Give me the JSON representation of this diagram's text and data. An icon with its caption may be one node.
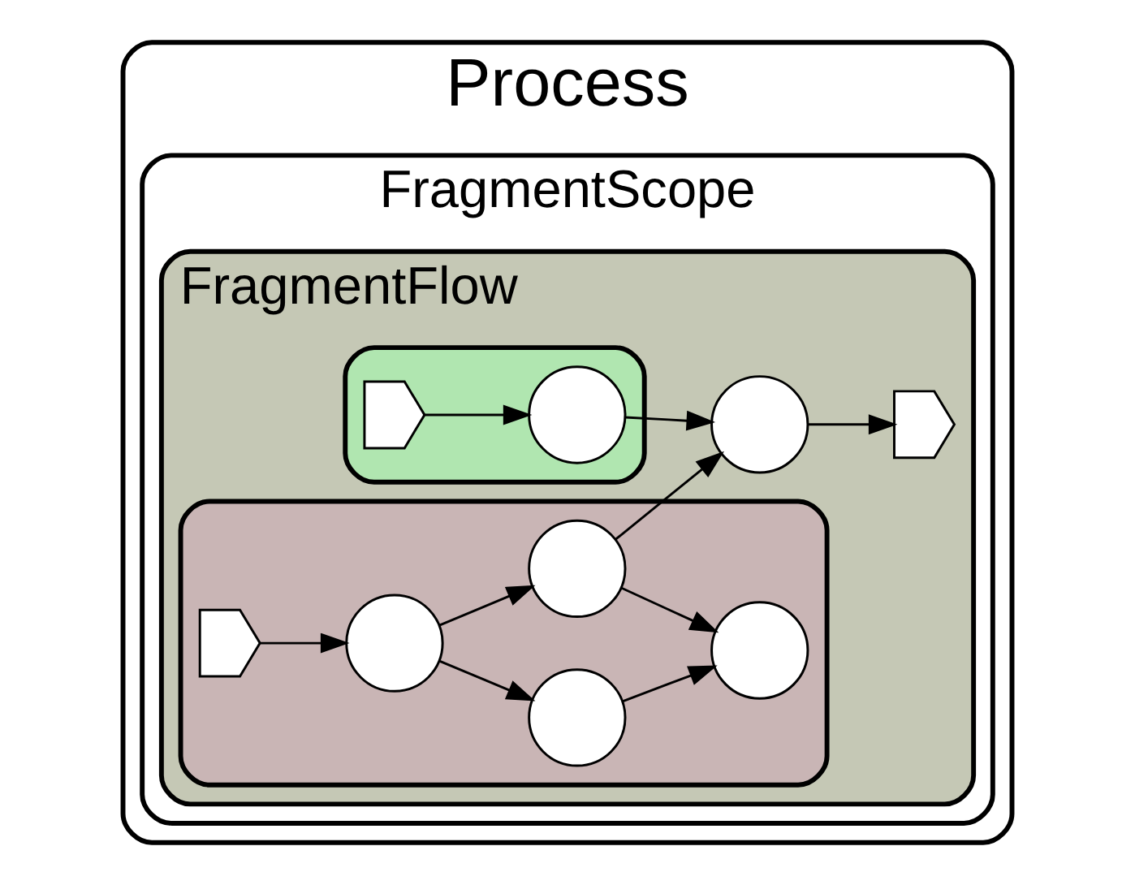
{
  "diagram": {
    "nodes": [
      {
        "text": [
          "Process"
        ]
      },
      {
        "text": [
          "FragmentScope"
        ],
        "in": 0
      },
      {
        "text": [
          "FragmentFlow"
        ],
        "in": 1
      },
      {
        "text": [],
        "shape": "blob",
        "in": 2
      },
      {
        "text": [],
        "shape": "blob",
        "in": 2
      },
      {
        "text": [],
        "shape": "chevron",
        "in": 3
      },
      {
        "text": [],
        "shape": "circle",
        "in": 3
      },
      {
        "text": [],
        "shape": "circle",
        "in": 2
      },
      {
        "text": [],
        "shape": "chevron",
        "in": 2
      },
      {
        "text": [],
        "shape": "chevron",
        "in": 4
      },
      {
        "text": [],
        "shape": "circle",
        "in": 4
      },
      {
        "text": [],
        "shape": "circle",
        "in": 4
      },
      {
        "text": [],
        "shape": "circle",
        "in": 4
      },
      {
        "text": [],
        "shape": "circle",
        "in": 4
      }
    ],
    "edges": [
      {
        "from": 5,
        "to": 6,
        "arrow": "to"
      },
      {
        "from": 6,
        "to": 7,
        "arrow": "to"
      },
      {
        "from": 7,
        "to": 8,
        "arrow": "to"
      },
      {
        "from": 9,
        "to": 10,
        "arrow": "to"
      },
      {
        "from": 10,
        "to": 11,
        "arrow": "to"
      },
      {
        "from": 10,
        "to": 12,
        "arrow": "to"
      },
      {
        "from": 11,
        "to": 13,
        "arrow": "to"
      },
      {
        "from": 12,
        "to": 13,
        "arrow": "to"
      },
      {
        "from": 11,
        "to": 7,
        "arrow": "to"
      }
    ]
  }
}
